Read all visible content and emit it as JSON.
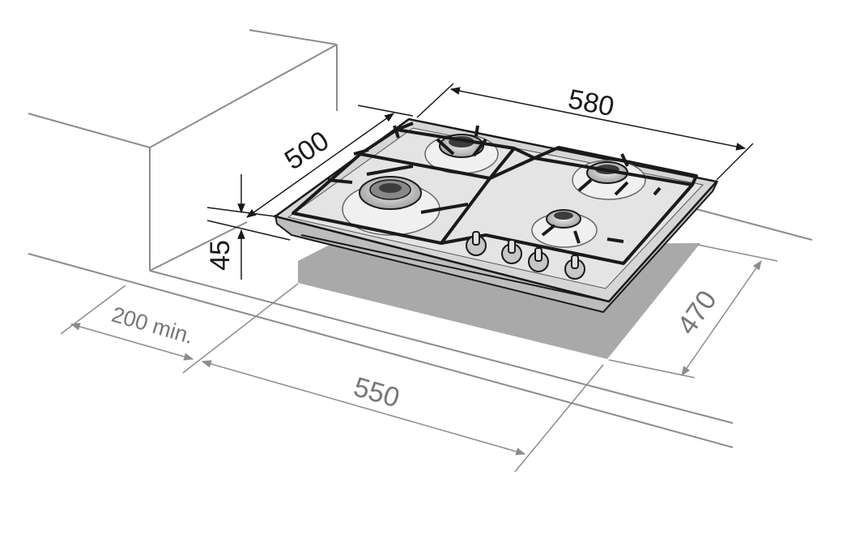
{
  "dimensions": {
    "width_580": "580",
    "depth_500": "500",
    "height_45": "45",
    "cutout_depth_470": "470",
    "cutout_width_550": "550",
    "wall_clearance": "200 min."
  },
  "colors": {
    "line_dark": "#1a1a1a",
    "line_gray": "#8c8c8c",
    "cutout_fill": "#a9a9a9",
    "steel_fill": "#d6d6d6",
    "steel_light": "#ececec",
    "label_gray": "#777777"
  }
}
